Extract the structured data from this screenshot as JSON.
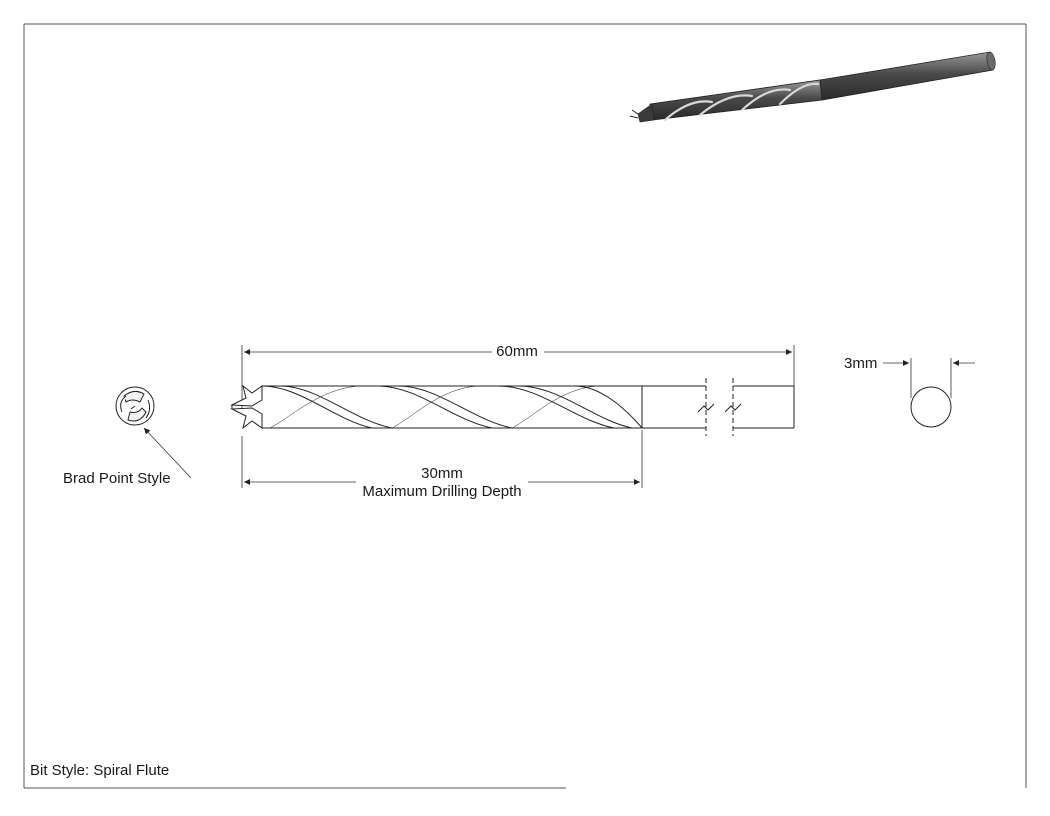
{
  "drawing": {
    "overall_length": "60mm",
    "drill_depth_value": "30mm",
    "drill_depth_caption": "Maximum Drilling Depth",
    "diameter": "3mm",
    "tip_callout": "Brad Point Style",
    "bit_style": "Bit Style: Spiral Flute"
  },
  "colors": {
    "line": "#222222",
    "dimension": "#333333",
    "frame": "#555555",
    "steel_dark": "#3a3a3a",
    "steel_light": "#9a9a9a"
  }
}
